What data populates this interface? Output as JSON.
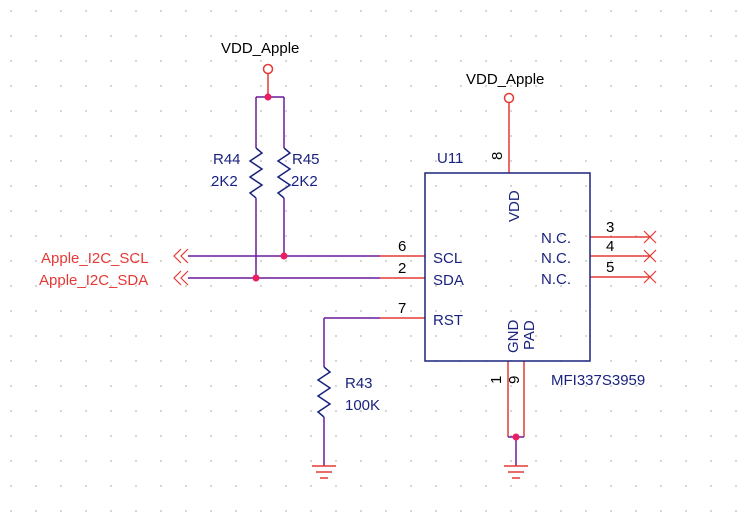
{
  "power": {
    "left_label": "VDD_Apple",
    "right_label": "VDD_Apple"
  },
  "resistors": {
    "r44_ref": "R44",
    "r44_value": "2K2",
    "r45_ref": "R45",
    "r45_value": "2K2",
    "r43_ref": "R43",
    "r43_value": "100K"
  },
  "nets": {
    "scl": "Apple_I2C_SCL",
    "sda": "Apple_I2C_SDA"
  },
  "ic": {
    "ref": "U11",
    "part": "MFI337S3959",
    "pin_vdd": "VDD",
    "pin_scl": "SCL",
    "pin_sda": "SDA",
    "pin_rst": "RST",
    "pin_gnd": "GND",
    "pin_pad": "PAD",
    "pin_nc1": "N.C.",
    "pin_nc2": "N.C.",
    "pin_nc3": "N.C.",
    "num_vdd": "8",
    "num_scl": "6",
    "num_sda": "2",
    "num_rst": "7",
    "num_gnd": "1",
    "num_pad": "9",
    "num_nc1": "3",
    "num_nc2": "4",
    "num_nc3": "5"
  },
  "colors": {
    "wire": "#6a1b9a",
    "pin": "#e53935",
    "body": "#1a237e",
    "power": "#e53935",
    "junction": "#e91e63",
    "text": "#000000",
    "net_label": "#e53935",
    "ic_text": "#1a237e"
  }
}
